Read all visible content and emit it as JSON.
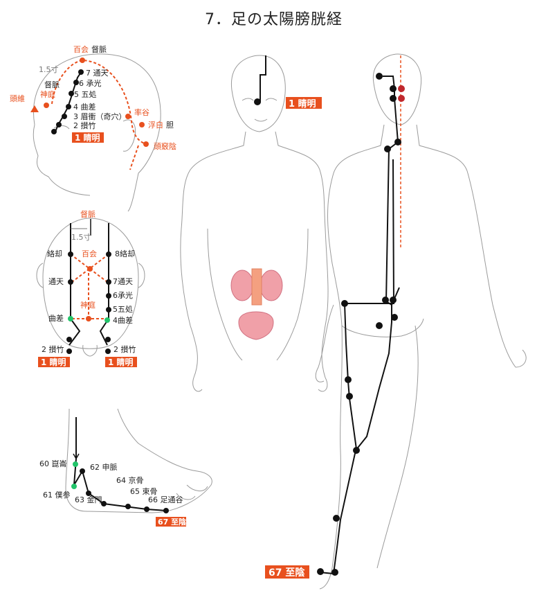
{
  "title": "7．足の太陽膀胱経",
  "head_side": {
    "labels": [
      {
        "id": "hyakue",
        "text": "百会",
        "color": "red"
      },
      {
        "id": "tokumyaku",
        "text": "督脈",
        "color": "black"
      },
      {
        "id": "sun15",
        "text": "1.5寸",
        "color": "gray"
      },
      {
        "id": "tokumyaku2",
        "text": "督脈",
        "color": "black"
      },
      {
        "id": "shintei",
        "text": "神庭",
        "color": "red"
      },
      {
        "id": "zui",
        "text": "頭維",
        "color": "red"
      },
      {
        "id": "p7",
        "text": "7 通天",
        "color": "black"
      },
      {
        "id": "p6",
        "text": "6 承光",
        "color": "black"
      },
      {
        "id": "p5",
        "text": "5 五処",
        "color": "black"
      },
      {
        "id": "p4",
        "text": "4 曲差",
        "color": "black"
      },
      {
        "id": "p3",
        "text": "3 眉衝（奇穴）",
        "color": "black"
      },
      {
        "id": "p2",
        "text": "2 攅竹",
        "color": "black"
      },
      {
        "id": "sokkoku",
        "text": "率谷",
        "color": "red"
      },
      {
        "id": "fuhaku",
        "text": "浮白",
        "color": "red"
      },
      {
        "id": "tan",
        "text": "胆",
        "color": "black"
      },
      {
        "id": "kyouin",
        "text": "頭竅陰",
        "color": "red"
      }
    ],
    "tag": "1 睛明"
  },
  "head_top": {
    "labels": [
      {
        "id": "tokumyaku",
        "text": "督脈",
        "color": "red"
      },
      {
        "id": "sun15",
        "text": "1.5寸",
        "color": "gray"
      },
      {
        "id": "rakkyaku_l",
        "text": "絡却",
        "color": "black"
      },
      {
        "id": "hyakue",
        "text": "百会",
        "color": "red"
      },
      {
        "id": "rakkyaku_r",
        "text": "8絡却",
        "color": "black"
      },
      {
        "id": "tsuten_l",
        "text": "通天",
        "color": "black"
      },
      {
        "id": "tsuten_r",
        "text": "7通天",
        "color": "black"
      },
      {
        "id": "shoko_r",
        "text": "6承光",
        "color": "black"
      },
      {
        "id": "shintei",
        "text": "神庭",
        "color": "red"
      },
      {
        "id": "gosho_r",
        "text": "5五処",
        "color": "black"
      },
      {
        "id": "kyokusa_l",
        "text": "曲差",
        "color": "black"
      },
      {
        "id": "kyokusa_r",
        "text": "4曲差",
        "color": "black"
      },
      {
        "id": "sanchiku_l",
        "text": "2 攅竹",
        "color": "black"
      },
      {
        "id": "sanchiku_r",
        "text": "2 攅竹",
        "color": "black"
      }
    ],
    "tag_left": "1 睛明",
    "tag_right": "1 睛明"
  },
  "foot": {
    "labels": [
      {
        "id": "p60",
        "text": "60 崑崙",
        "color": "black"
      },
      {
        "id": "p62",
        "text": "62 申脈",
        "color": "black"
      },
      {
        "id": "p64",
        "text": "64 京骨",
        "color": "black"
      },
      {
        "id": "p61",
        "text": "61 僕参",
        "color": "black"
      },
      {
        "id": "p63",
        "text": "63 金門",
        "color": "black"
      },
      {
        "id": "p65",
        "text": "65 束骨",
        "color": "black"
      },
      {
        "id": "p66",
        "text": "66 足通谷",
        "color": "black"
      }
    ],
    "tag": "67 至陰"
  },
  "front_body": {
    "tag": "1 睛明"
  },
  "back_body": {
    "tag": "67 至陰"
  }
}
